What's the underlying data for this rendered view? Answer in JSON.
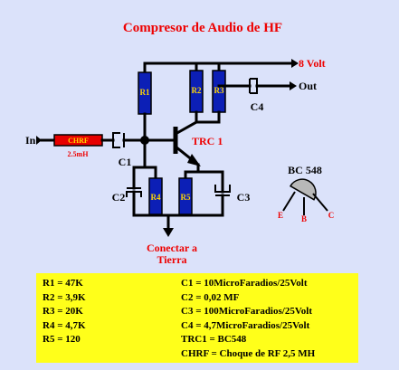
{
  "title": "Compresor de Audio de HF",
  "labels": {
    "supply": "8 Volt",
    "out": "Out",
    "in": "In",
    "c1": "C1",
    "c2": "C2",
    "c3": "C3",
    "c4": "C4",
    "trc1": "TRC 1",
    "chrf_value": "2.5mH",
    "ground": [
      "Conectar a",
      "Tierra"
    ],
    "pinout_title": "BC 548",
    "pins": [
      "E",
      "B",
      "C"
    ]
  },
  "components": {
    "r1": "R1",
    "r2": "R2",
    "r3": "R3",
    "r4": "R4",
    "r5": "R5",
    "chrf": "CHRF"
  },
  "parts_left": [
    "R1 = 47K",
    "R2 = 3,9K",
    "R3 = 20K",
    "R4 = 4,7K",
    "R5 = 120"
  ],
  "parts_right": [
    "C1 = 10MicroFaradios/25Volt",
    "C2 = 0,02 MF",
    "C3 = 100MicroFaradios/25Volt",
    "C4 = 4,7MicroFaradios/25Volt",
    "TRC1 = BC548",
    "CHRF = Choque de RF 2,5 MH"
  ]
}
